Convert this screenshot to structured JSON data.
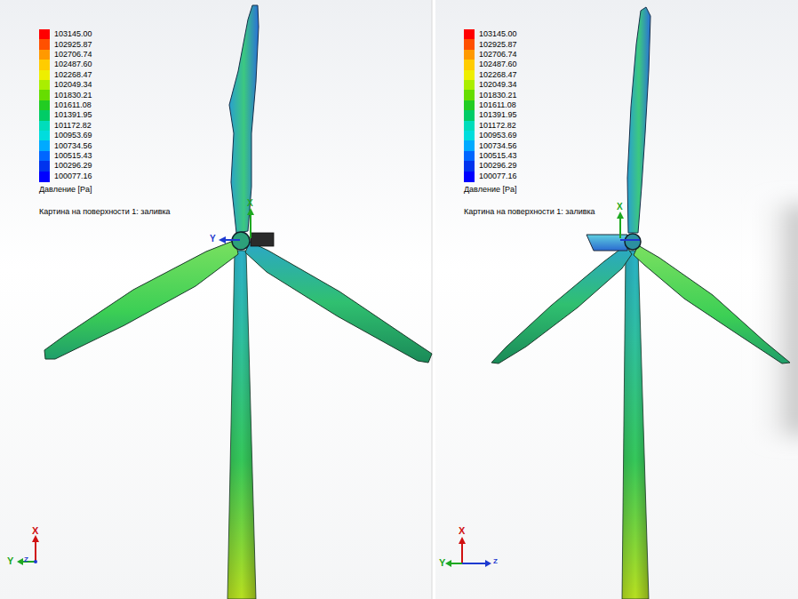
{
  "diagram": {
    "labels": [
      "Давление [Pa]",
      "Картина на поверхности 1: заливка",
      "X",
      "Y",
      "X",
      "Y",
      "Z",
      "Давление [Pa]",
      "Картина на поверхности 1: заливка",
      "X",
      "X",
      "Y",
      "Z"
    ],
    "legend": [
      {
        "text": "103145.00",
        "color": "#ff0000"
      },
      {
        "text": "102925.87",
        "color": "#ff5000"
      },
      {
        "text": "102706.74",
        "color": "#ff9900"
      },
      {
        "text": "102487.60",
        "color": "#ffcc00"
      },
      {
        "text": "102268.47",
        "color": "#eeee00"
      },
      {
        "text": "102049.34",
        "color": "#aaee00"
      },
      {
        "text": "101830.21",
        "color": "#66dd00"
      },
      {
        "text": "101611.08",
        "color": "#22cc22"
      },
      {
        "text": "101391.95",
        "color": "#00cc66"
      },
      {
        "text": "101172.82",
        "color": "#00ddbb"
      },
      {
        "text": "100953.69",
        "color": "#00dddd"
      },
      {
        "text": "100734.56",
        "color": "#00aaff"
      },
      {
        "text": "100515.43",
        "color": "#0066ff"
      },
      {
        "text": "100296.29",
        "color": "#0033ee"
      },
      {
        "text": "100077.16",
        "color": "#0000ff"
      },
      {
        "text": "103145.00",
        "color": "#ff0000"
      },
      {
        "text": "102925.87",
        "color": "#ff5000"
      },
      {
        "text": "102706.74",
        "color": "#ff9900"
      },
      {
        "text": "102487.60",
        "color": "#ffcc00"
      },
      {
        "text": "102268.47",
        "color": "#eeee00"
      },
      {
        "text": "102049.34",
        "color": "#aaee00"
      },
      {
        "text": "101830.21",
        "color": "#66dd00"
      },
      {
        "text": "101611.08",
        "color": "#22cc22"
      },
      {
        "text": "101391.95",
        "color": "#00cc66"
      },
      {
        "text": "101172.82",
        "color": "#00ddbb"
      },
      {
        "text": "100953.69",
        "color": "#00dddd"
      },
      {
        "text": "100734.56",
        "color": "#00aaff"
      },
      {
        "text": "100515.43",
        "color": "#0066ff"
      },
      {
        "text": "100296.29",
        "color": "#0033ee"
      },
      {
        "text": "100077.16",
        "color": "#0000ff"
      }
    ]
  }
}
